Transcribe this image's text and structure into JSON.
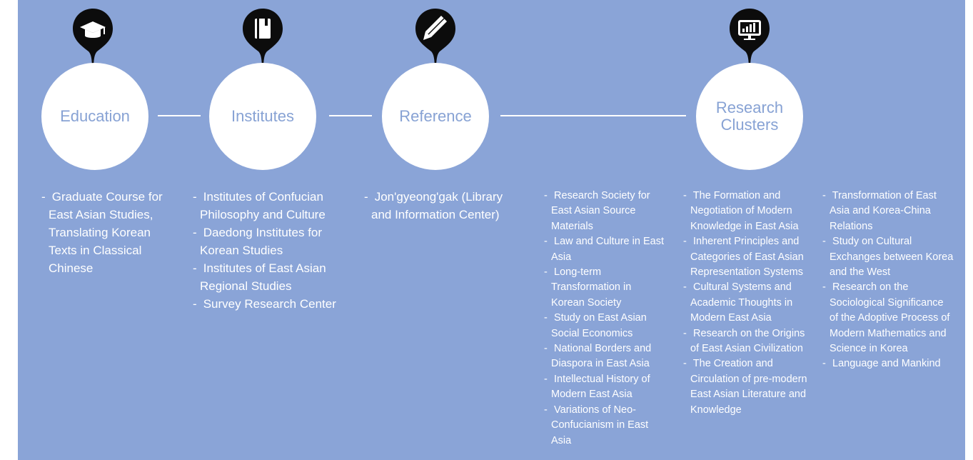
{
  "nodes": [
    {
      "id": "education",
      "label": "Education",
      "icon": "graduation-cap-icon"
    },
    {
      "id": "institutes",
      "label": "Institutes",
      "icon": "book-icon"
    },
    {
      "id": "reference",
      "label": "Reference",
      "icon": "pencil-icon"
    },
    {
      "id": "research",
      "label": "Research\nClusters",
      "icon": "bar-chart-monitor-icon"
    }
  ],
  "columns": {
    "education": [
      "Graduate Course for East Asian Studies, Translating Korean Texts in Classical Chinese"
    ],
    "institutes": [
      "Institutes of Confucian Philosophy and Culture",
      "Daedong Institutes for Korean Studies",
      "Institutes of East Asian Regional Studies",
      "Survey Research Center"
    ],
    "reference": [
      "Jon'gyeong'gak (Library and Information Center)"
    ],
    "research_1": [
      "Research Society for East Asian Source Materials",
      "Law and Culture in East Asia",
      "Long-term Transformation in Korean Society",
      "Study on East Asian Social Economics",
      "National Borders and Diaspora in East Asia",
      "Intellectual History of Modern East Asia",
      "Variations of Neo-Confucianism in East Asia"
    ],
    "research_2": [
      "The Formation and Negotiation of Modern Knowledge in East Asia",
      "Inherent Principles and Categories of East Asian Representation Systems",
      "Cultural Systems and Academic Thoughts in Modern East Asia",
      "Research on the Origins of East Asian Civilization",
      "The Creation and Circulation of pre-modern East Asian Literature and Knowledge"
    ],
    "research_3": [
      "Transformation of East Asia and Korea-China Relations",
      "Study on Cultural Exchanges between Korea and the West",
      "Research on the Sociological Significance of the Adoptive Process of Modern Mathematics and Science in Korea",
      "Language and Mankind"
    ]
  },
  "colors": {
    "panel": "#8aa4d7",
    "pin": "#0c0c0c",
    "circle_text": "#87a2d4"
  }
}
